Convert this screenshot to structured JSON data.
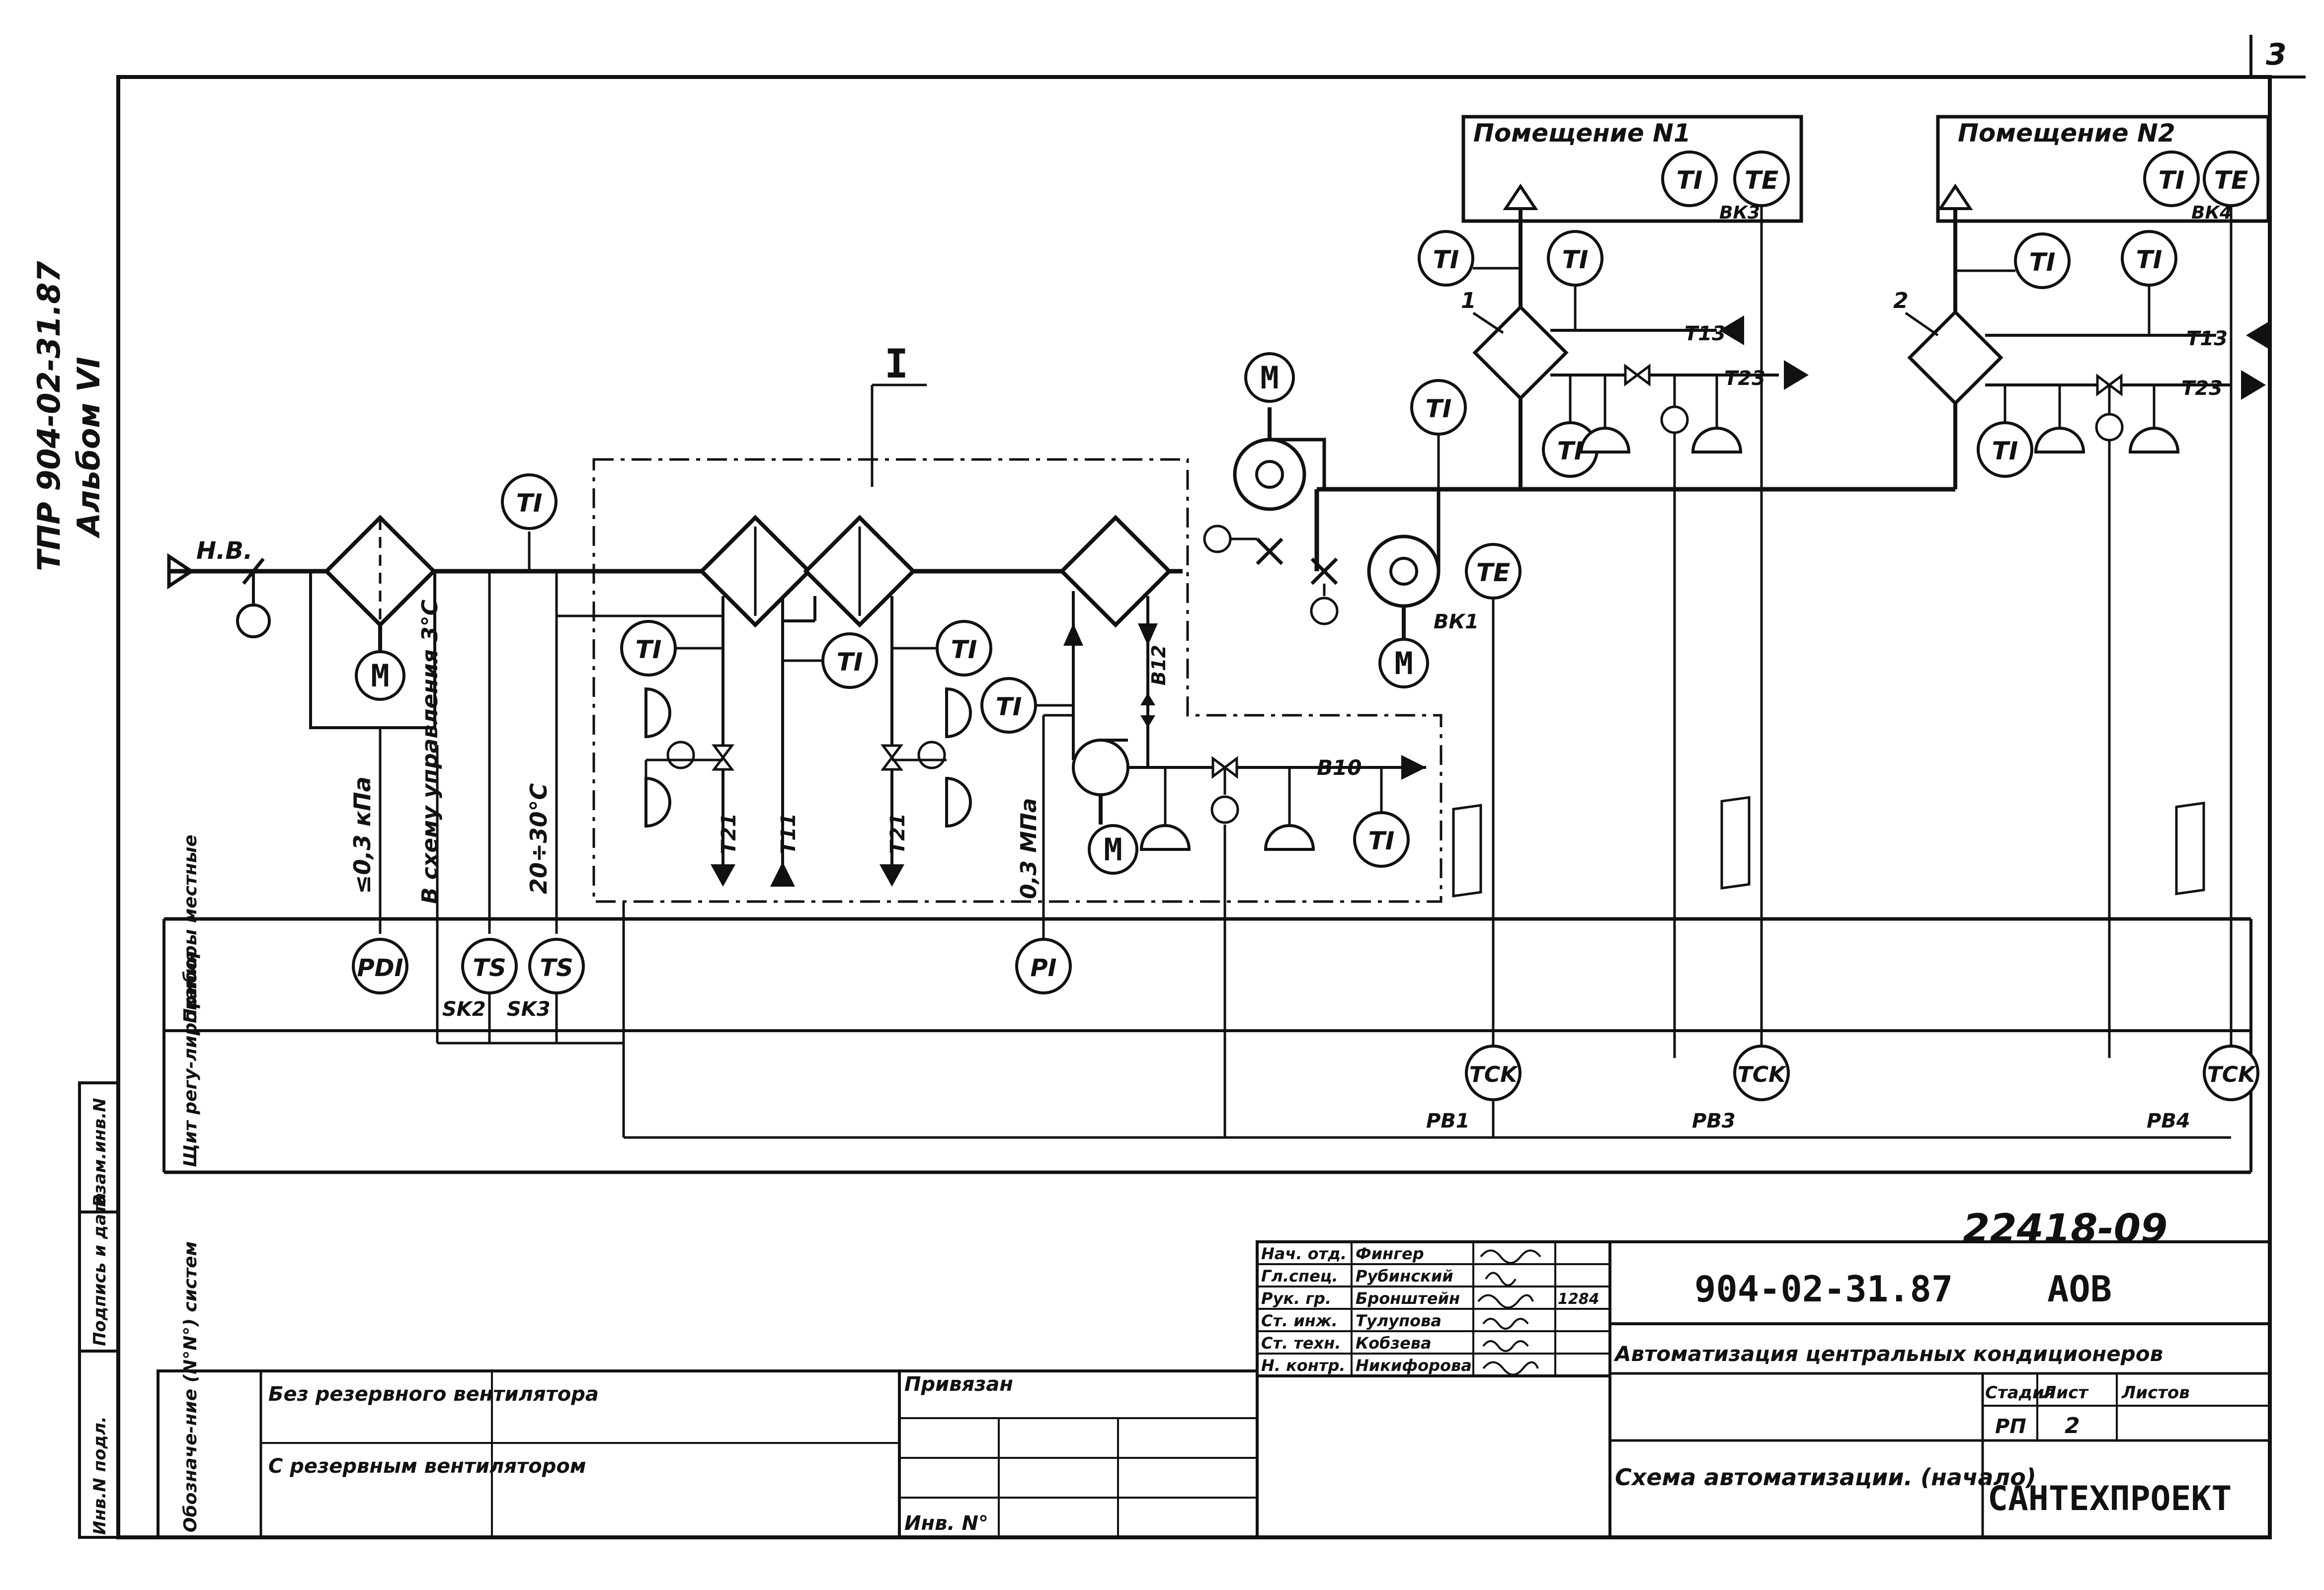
{
  "sheet_number": "3",
  "side": {
    "album_code": "ТПР 904-02-31.87",
    "album_name": "Альбом VI",
    "stamp_cells": [
      "Инв.N подл.",
      "Подпись и дата",
      "Взам.инв.N"
    ]
  },
  "rooms": [
    {
      "title": "Помещение N1",
      "tag": "ВК3",
      "collector": "1",
      "supply": "Т13",
      "return": "Т23",
      "controller_tag": "РВ3"
    },
    {
      "title": "Помещение N2",
      "tag": "ВК4",
      "collector": "2",
      "supply": "Т13",
      "return": "Т23",
      "controller_tag": "РВ4"
    }
  ],
  "labels": {
    "outdoor_air": "Н.В.",
    "section_mark": "I",
    "fan_tag": "ВК1",
    "line_t21": "Т21",
    "line_t11": "Т11",
    "line_b12": "В12",
    "line_b10": "В10",
    "pressure_limit": "≤0,3 кПа",
    "to_control": "В схему управления 3°С",
    "temp_range": "20÷30°С",
    "pump_pressure": "0,3 МПа",
    "switch_sk2": "SK2",
    "switch_sk3": "SK3",
    "controller_pb1": "РВ1",
    "band_local": "Приборы местные",
    "band_panel": "Щит регу-лирования"
  },
  "instruments": {
    "TI": "TI",
    "TE": "TE",
    "PDI": "PDI",
    "TS": "TS",
    "PI": "PI",
    "TCK": "TCK",
    "M": "M"
  },
  "drawing_number": "22418-09",
  "title_block": {
    "code": "904-02-31.87",
    "mark": "АОВ",
    "project": "Автоматизация центральных кондиционеров",
    "drawing_title": "Схема автоматизации. (начало)",
    "stage_header": "Стадия",
    "sheet_header": "Лист",
    "sheets_header": "Листов",
    "stage": "РП",
    "sheet": "2",
    "sheets": "",
    "organization": "САНТЕХПРОЕКТ",
    "bound_label": "Привязан",
    "inv_label": "Инв. N°",
    "date_mark": "1284",
    "signatures": [
      {
        "role": "Нач. отд.",
        "name": "Фингер"
      },
      {
        "role": "Гл.спец.",
        "name": "Рубинский"
      },
      {
        "role": "Рук. гр.",
        "name": "Бронштейн"
      },
      {
        "role": "Ст. инж.",
        "name": "Тулупова"
      },
      {
        "role": "Ст. техн.",
        "name": "Кобзева"
      },
      {
        "role": "Н. контр.",
        "name": "Никифорова"
      }
    ]
  },
  "systems_table": {
    "header": "Обозначе-ние (N°N°) систем",
    "rows": [
      "Без резервного вентилятора",
      "С резервным вентилятором"
    ]
  }
}
